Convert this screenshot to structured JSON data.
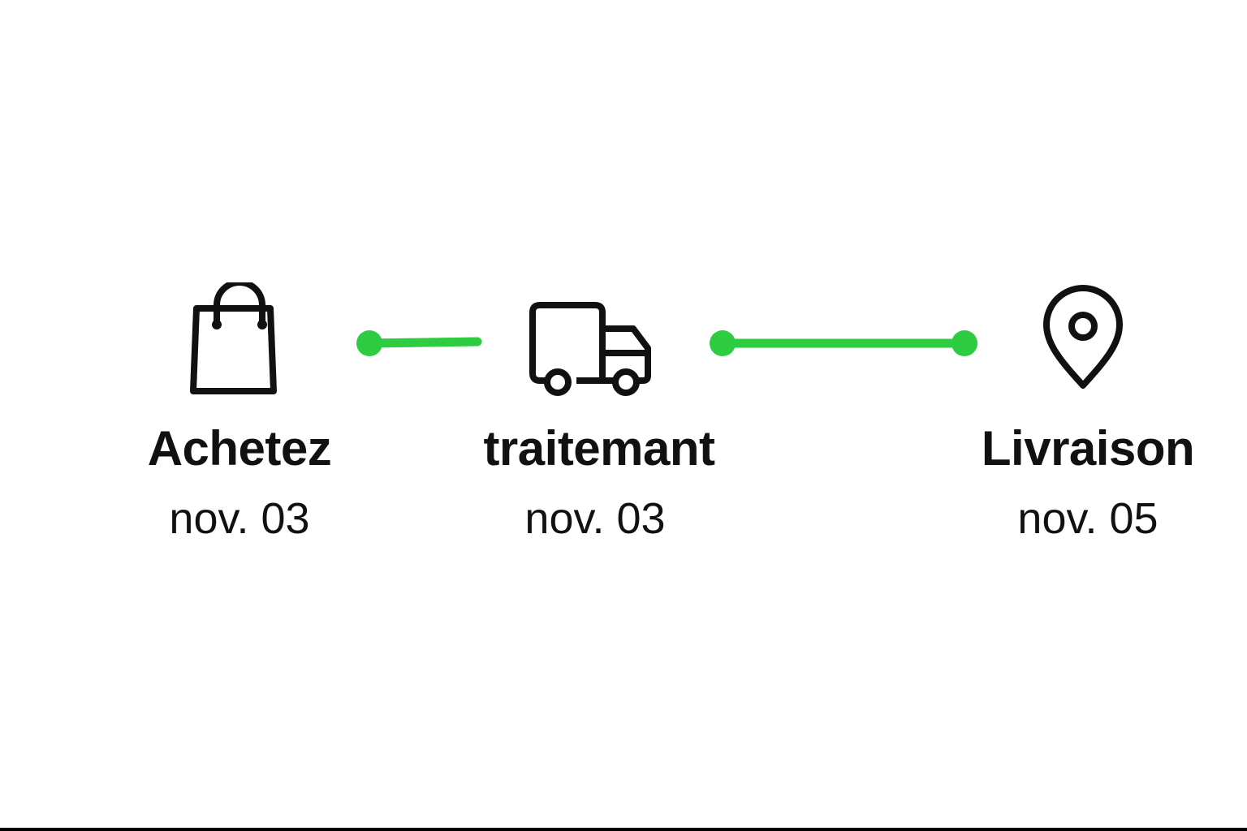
{
  "accent_color": "#2ecc40",
  "steps": [
    {
      "label": "Achetez",
      "date": "nov. 03",
      "icon": "shopping-bag-icon"
    },
    {
      "label": "traitemant",
      "date": "nov. 03",
      "icon": "truck-icon"
    },
    {
      "label": "Livraison",
      "date": "nov. 05",
      "icon": "location-pin-icon"
    }
  ]
}
